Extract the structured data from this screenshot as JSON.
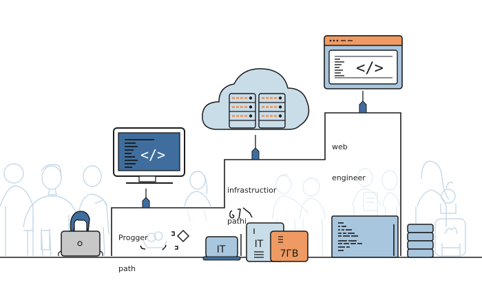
{
  "diagram": {
    "title": "IT career paths staircase illustration",
    "steps": [
      {
        "id": "programmer",
        "line1": "Progger",
        "line2": "path",
        "icon": "code-monitor-icon"
      },
      {
        "id": "infrastructure",
        "line1": "infrastructior",
        "line2": "pathi",
        "icon": "cloud-server-icon"
      },
      {
        "id": "web",
        "line1": "web",
        "line2": "engineer",
        "icon": "browser-code-icon"
      }
    ],
    "code_symbol": "</>",
    "desk_items": {
      "laptop_label": "IT",
      "book_label": "IT",
      "box_label": "7ГB"
    },
    "colors": {
      "outline": "#1a1a1a",
      "blue_dark": "#3f6e9e",
      "blue_mid": "#5b84b1",
      "blue_light": "#a9c6df",
      "blue_pale": "#c9dde9",
      "orange": "#ee9a62",
      "ghost": "#c5d9ea",
      "gray": "#c8c8c8"
    }
  }
}
